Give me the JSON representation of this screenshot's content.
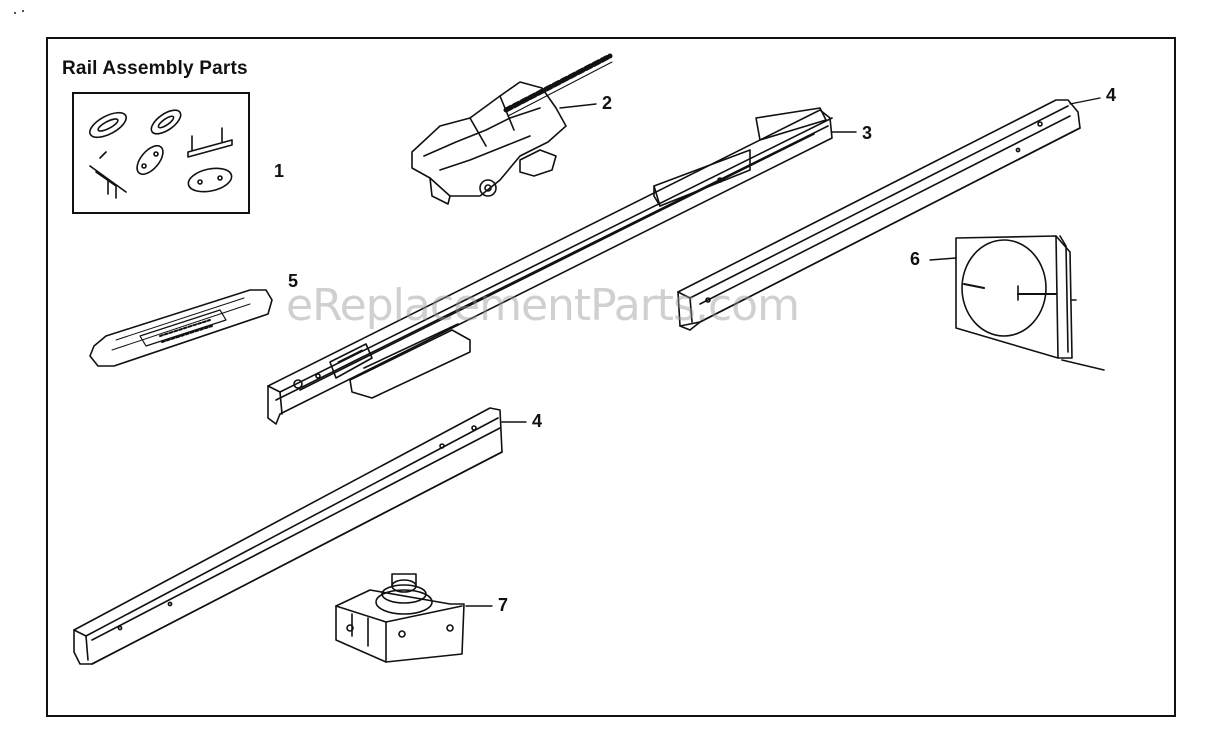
{
  "title": "Rail Assembly Parts",
  "watermark": "eReplacementParts.com",
  "callouts": {
    "c1": "1",
    "c2": "2",
    "c3": "3",
    "c4a": "4",
    "c4b": "4",
    "c5": "5",
    "c6": "6",
    "c7": "7"
  }
}
